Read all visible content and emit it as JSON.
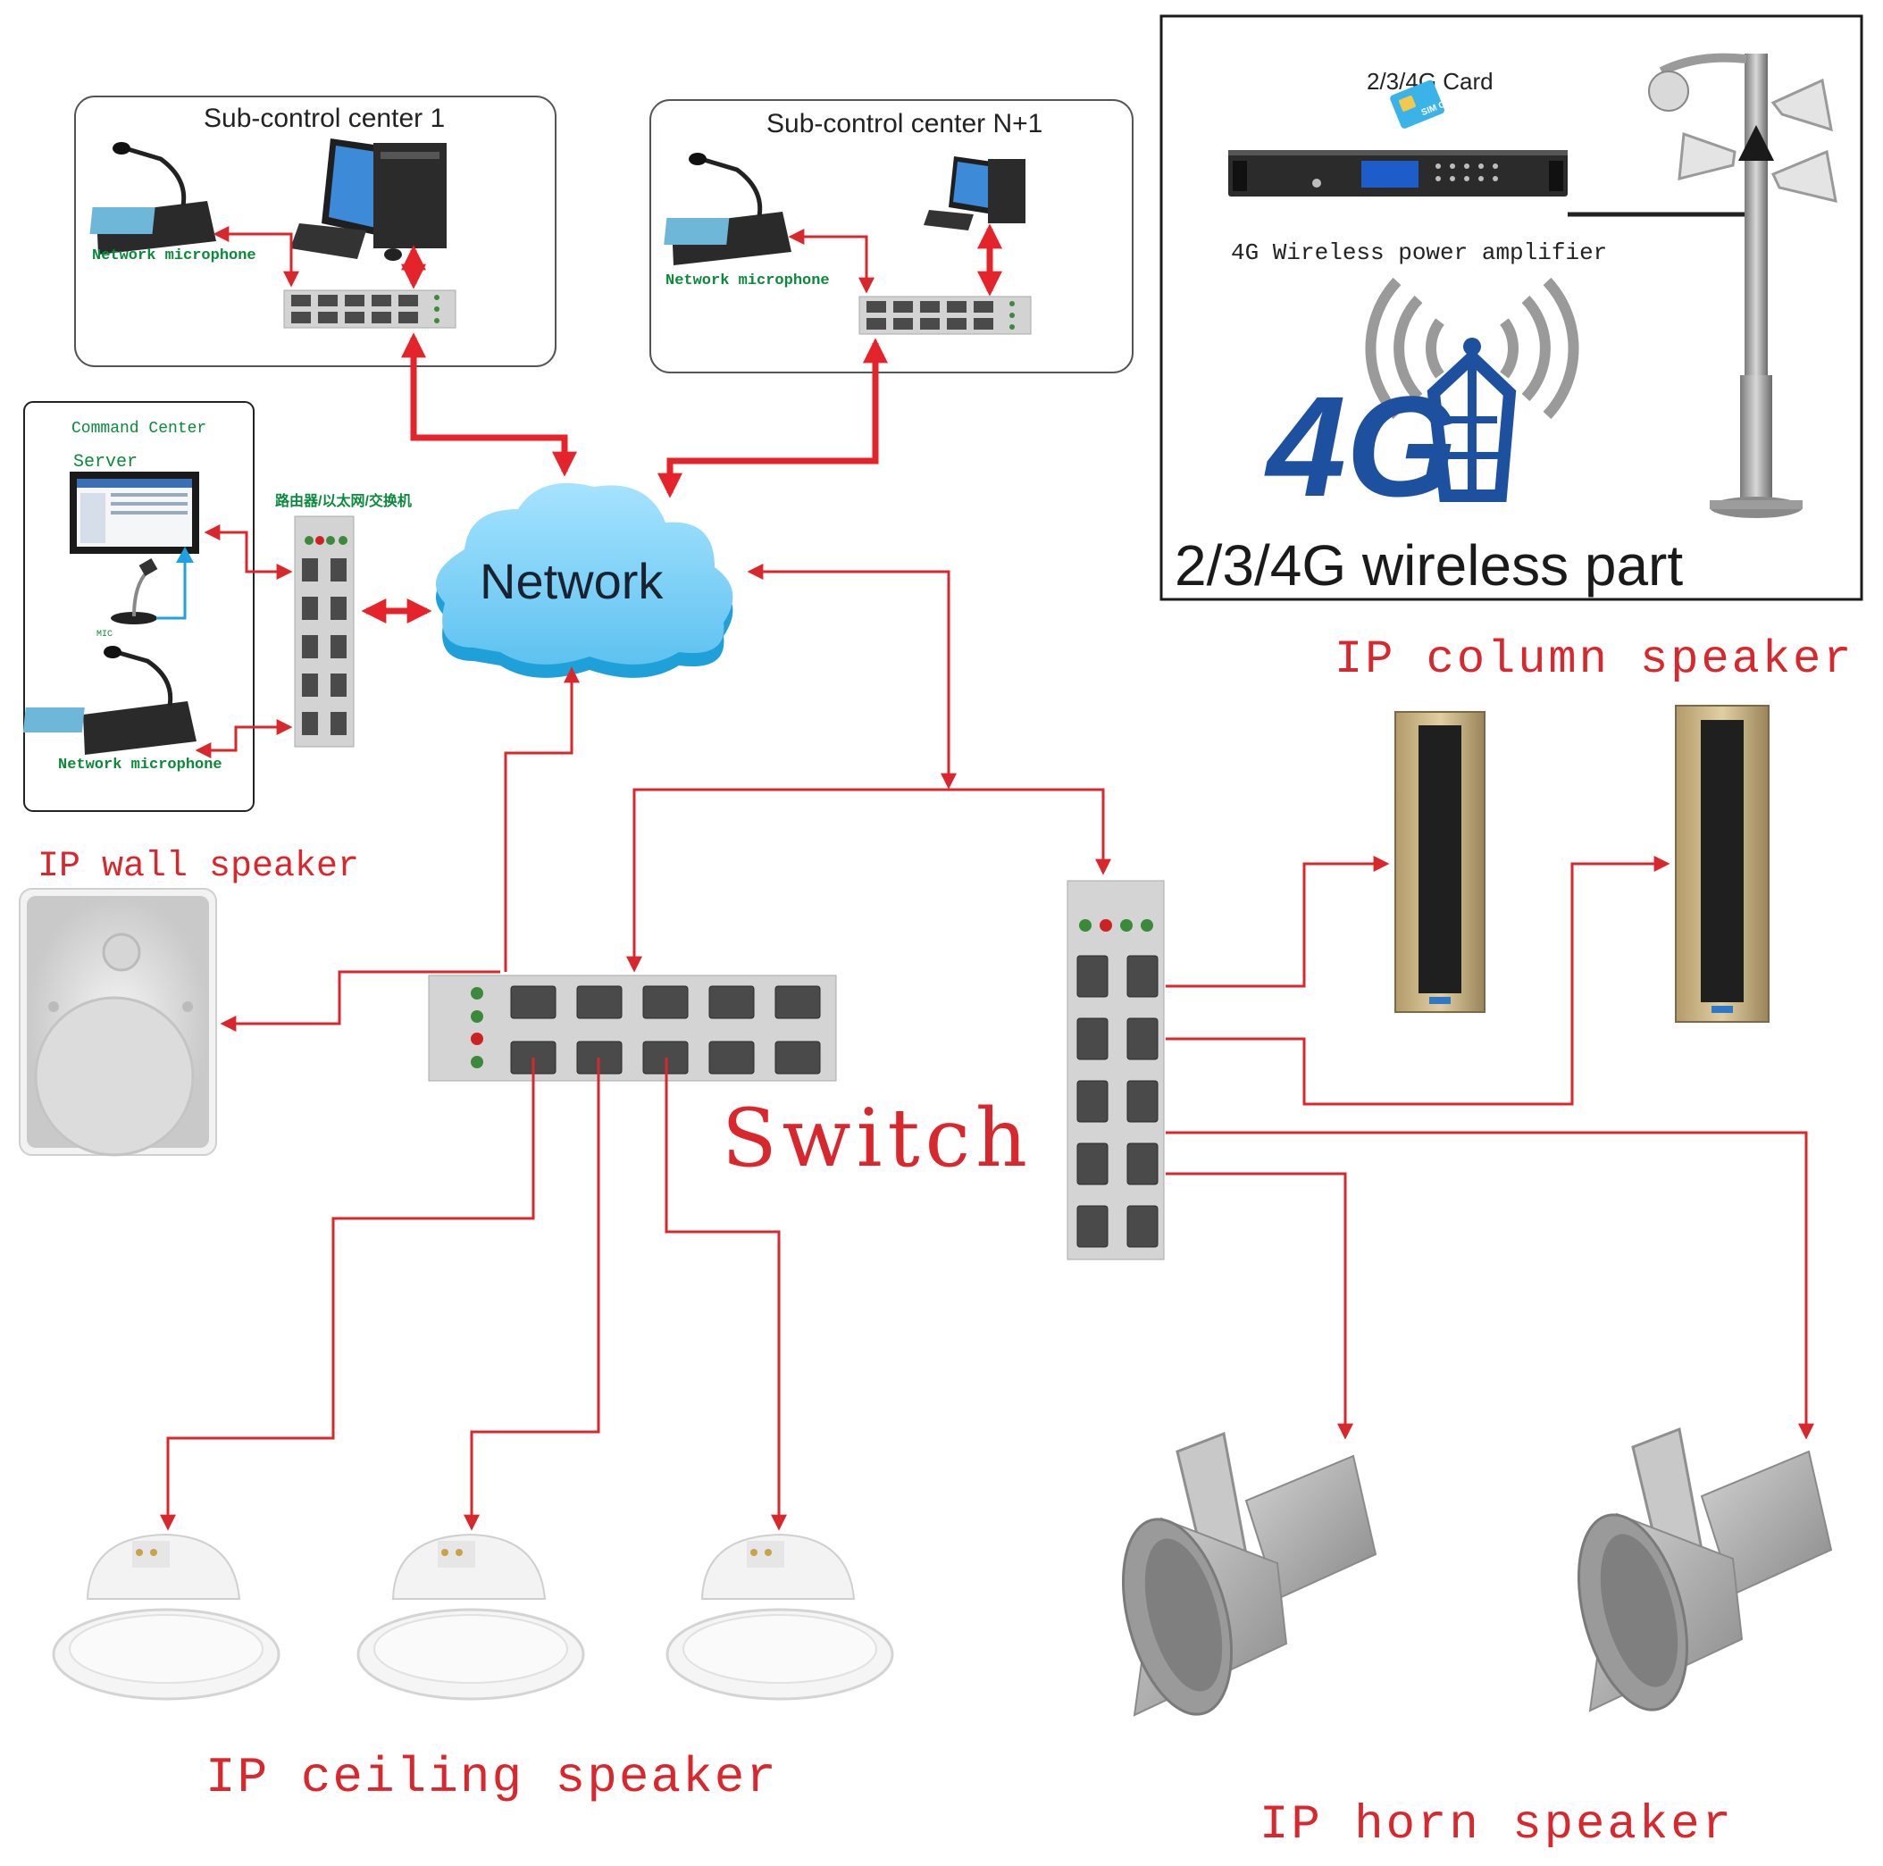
{
  "wireless": {
    "card_label": "2/3/4G Card",
    "amp_label": "4G Wireless power amplifier",
    "big_4g": "4G",
    "title": "2/3/4G wireless part",
    "sim_text": "SIM Card"
  },
  "sub_centers": [
    {
      "title": "Sub-control center 1",
      "mic_label": "Network microphone"
    },
    {
      "title": "Sub-control center N+1",
      "mic_label": "Network microphone"
    }
  ],
  "command_center": {
    "title": "Command Center",
    "server_label": "Server",
    "mic_small_label": "MIC",
    "mic_label": "Network microphone",
    "router_label": "路由器/以太网/交换机"
  },
  "network": {
    "label": "Network"
  },
  "switch": {
    "label": "Switch"
  },
  "speakers": {
    "wall": "IP wall speaker",
    "column": "IP column speaker",
    "ceiling": "IP ceiling  speaker",
    "horn": "IP horn speaker"
  },
  "colors": {
    "wire": "#d9272e",
    "label_red": "#d9272e",
    "label_green": "#0a8a3a",
    "cloud": "#7ccff5",
    "cloud_shadow": "#1fa0d8",
    "switch_body": "#d4d4d4",
    "port": "#4a4a4a",
    "tower_blue": "#1e50a0"
  }
}
